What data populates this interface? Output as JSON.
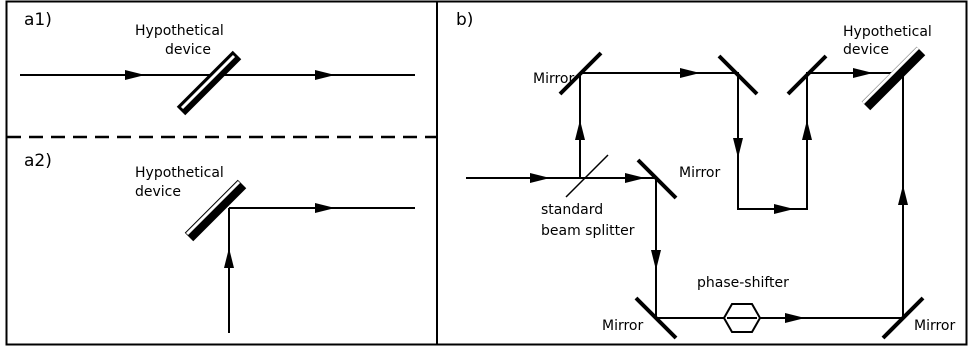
{
  "panels": {
    "a1": "a1)",
    "a2": "a2)",
    "b": "b)"
  },
  "labels": {
    "hyp_a1_line1": "Hypothetical",
    "hyp_a1_line2": "device",
    "hyp_a2_line1": "Hypothetical",
    "hyp_a2_line2": "device",
    "hyp_b_line1": "Hypothetical",
    "hyp_b_line2": "device",
    "mirror_top_left": "Mirror",
    "mirror_mid": "Mirror",
    "mirror_bottom_left": "Mirror",
    "mirror_bottom_right": "Mirror",
    "splitter_line1": "standard",
    "splitter_line2": "beam splitter",
    "phase_shifter": "phase-shifter"
  }
}
